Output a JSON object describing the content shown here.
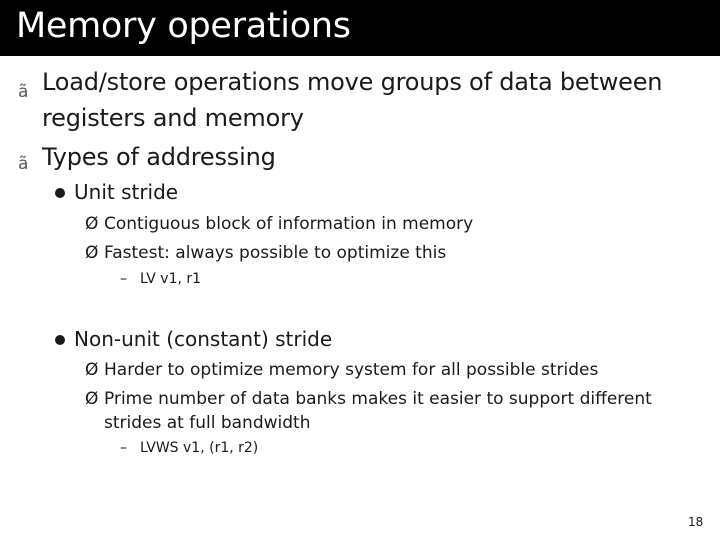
{
  "slide": {
    "title": "Memory operations",
    "bullets": [
      {
        "marker": "ã",
        "lines": [
          "Load/store operations move groups of data between",
          "registers and memory"
        ]
      },
      {
        "marker": "ã",
        "lines": [
          "Types of addressing"
        ],
        "sub": [
          {
            "label": "Unit stride",
            "items": [
              {
                "marker": "Ø",
                "lines": [
                  "Contiguous block of information in memory"
                ]
              },
              {
                "marker": "Ø",
                "lines": [
                  "Fastest: always possible to optimize this"
                ]
              }
            ],
            "code": {
              "marker": "–",
              "text": "LV v1, r1"
            }
          },
          {
            "label": "Non-unit (constant) stride",
            "items": [
              {
                "marker": "Ø",
                "lines": [
                  "Harder to optimize memory system for all possible strides"
                ]
              },
              {
                "marker": "Ø",
                "lines": [
                  "Prime number of data banks makes it easier to support different",
                  "strides at full bandwidth"
                ]
              }
            ],
            "code": {
              "marker": "–",
              "text": "LVWS v1, (r1, r2)"
            }
          }
        ]
      }
    ],
    "page_number": "18"
  }
}
